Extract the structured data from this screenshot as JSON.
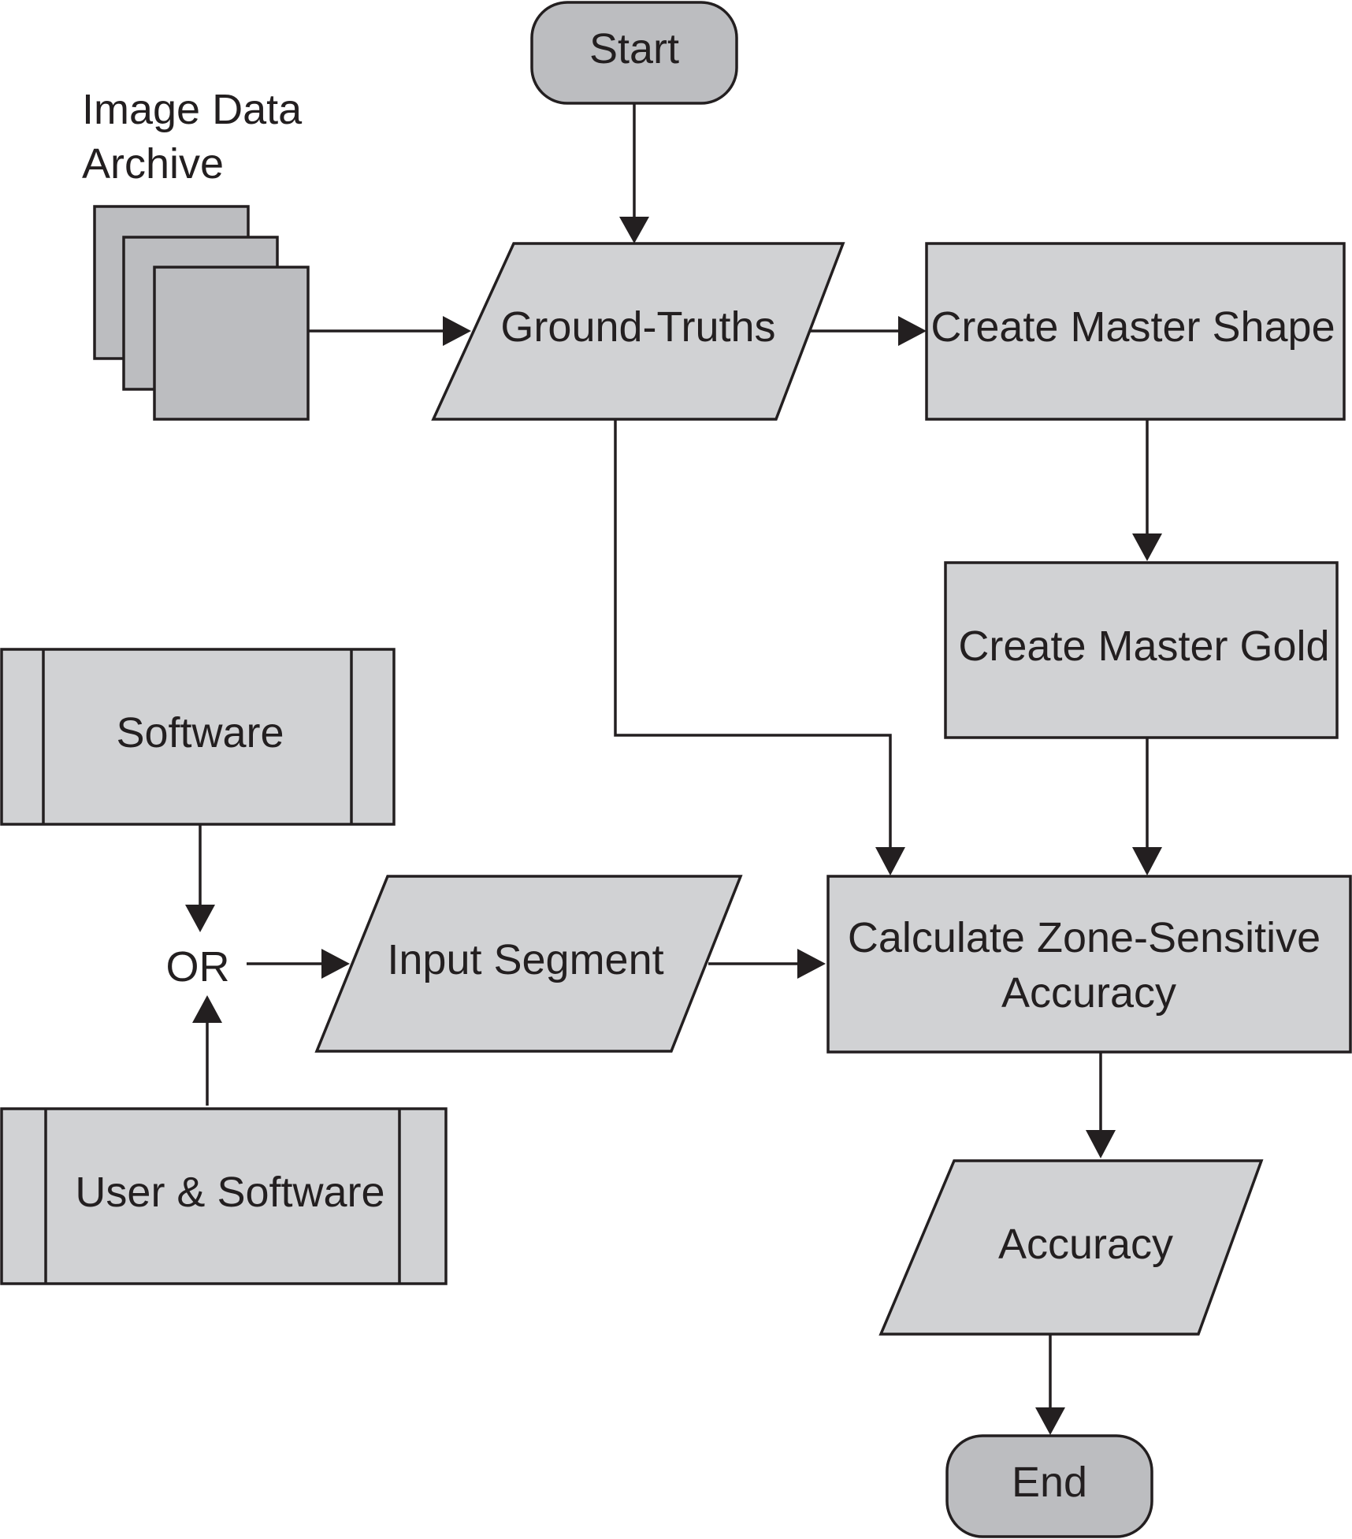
{
  "nodes": {
    "start": "Start",
    "image_archive_line1": "Image Data",
    "image_archive_line2": "Archive",
    "ground_truths": "Ground-Truths",
    "create_master_shape": "Create Master Shape",
    "create_master_gold": "Create Master Gold",
    "software": "Software",
    "or": "OR",
    "user_software": "User & Software",
    "input_segment": "Input Segment",
    "calc_line1": "Calculate Zone-Sensitive",
    "calc_line2": "Accuracy",
    "accuracy": "Accuracy",
    "end": "End"
  },
  "colors": {
    "terminal_fill": "#bcbdc0",
    "process_fill": "#d1d2d4",
    "stroke": "#231f20"
  }
}
